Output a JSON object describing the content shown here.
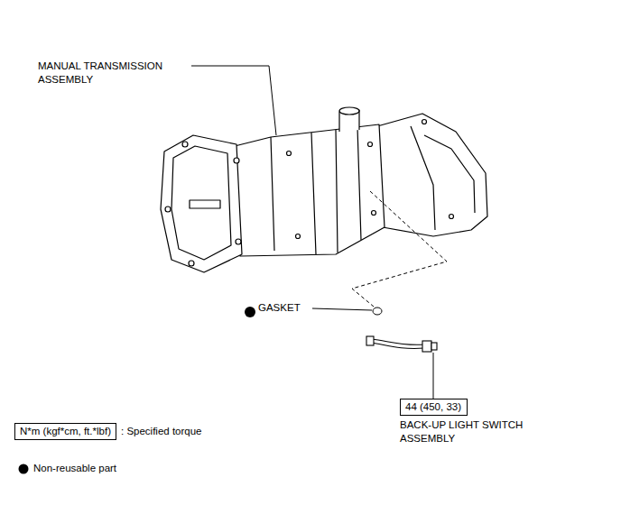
{
  "diagram": {
    "nodes": [
      {
        "text": [
          "44 (450, 33)"
        ]
      },
      {
        "text": [
          "N*m (kgf*cm, ft.*lbf)"
        ]
      }
    ],
    "labels": [
      "MANUAL TRANSMISSION ASSEMBLY",
      "GASKET",
      "BACK-UP LIGHT SWITCH ASSEMBLY"
    ],
    "legend": [
      {
        "text": ": Specified torque"
      },
      {
        "text": "Non-reusable part"
      }
    ]
  }
}
